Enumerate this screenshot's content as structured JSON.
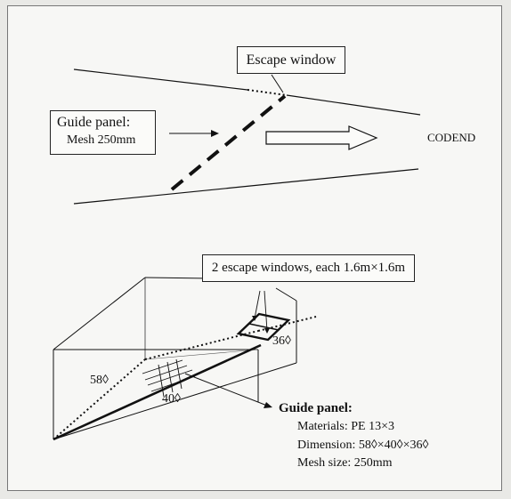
{
  "top_diagram": {
    "escape_window_label": "Escape window",
    "guide_panel_label": "Guide panel:",
    "guide_panel_mesh": "Mesh 250mm",
    "codend_label": "CODEND"
  },
  "bottom_diagram": {
    "escape_windows_label": "2 escape windows, each 1.6m×1.6m",
    "dim_58": "58◊",
    "dim_40": "40◊",
    "dim_36": "36◊",
    "guide_panel_title": "Guide panel:",
    "materials": "Materials: PE 13×3",
    "dimension": "Dimension: 58◊×40◊×36◊",
    "mesh_size": "Mesh size: 250mm"
  }
}
